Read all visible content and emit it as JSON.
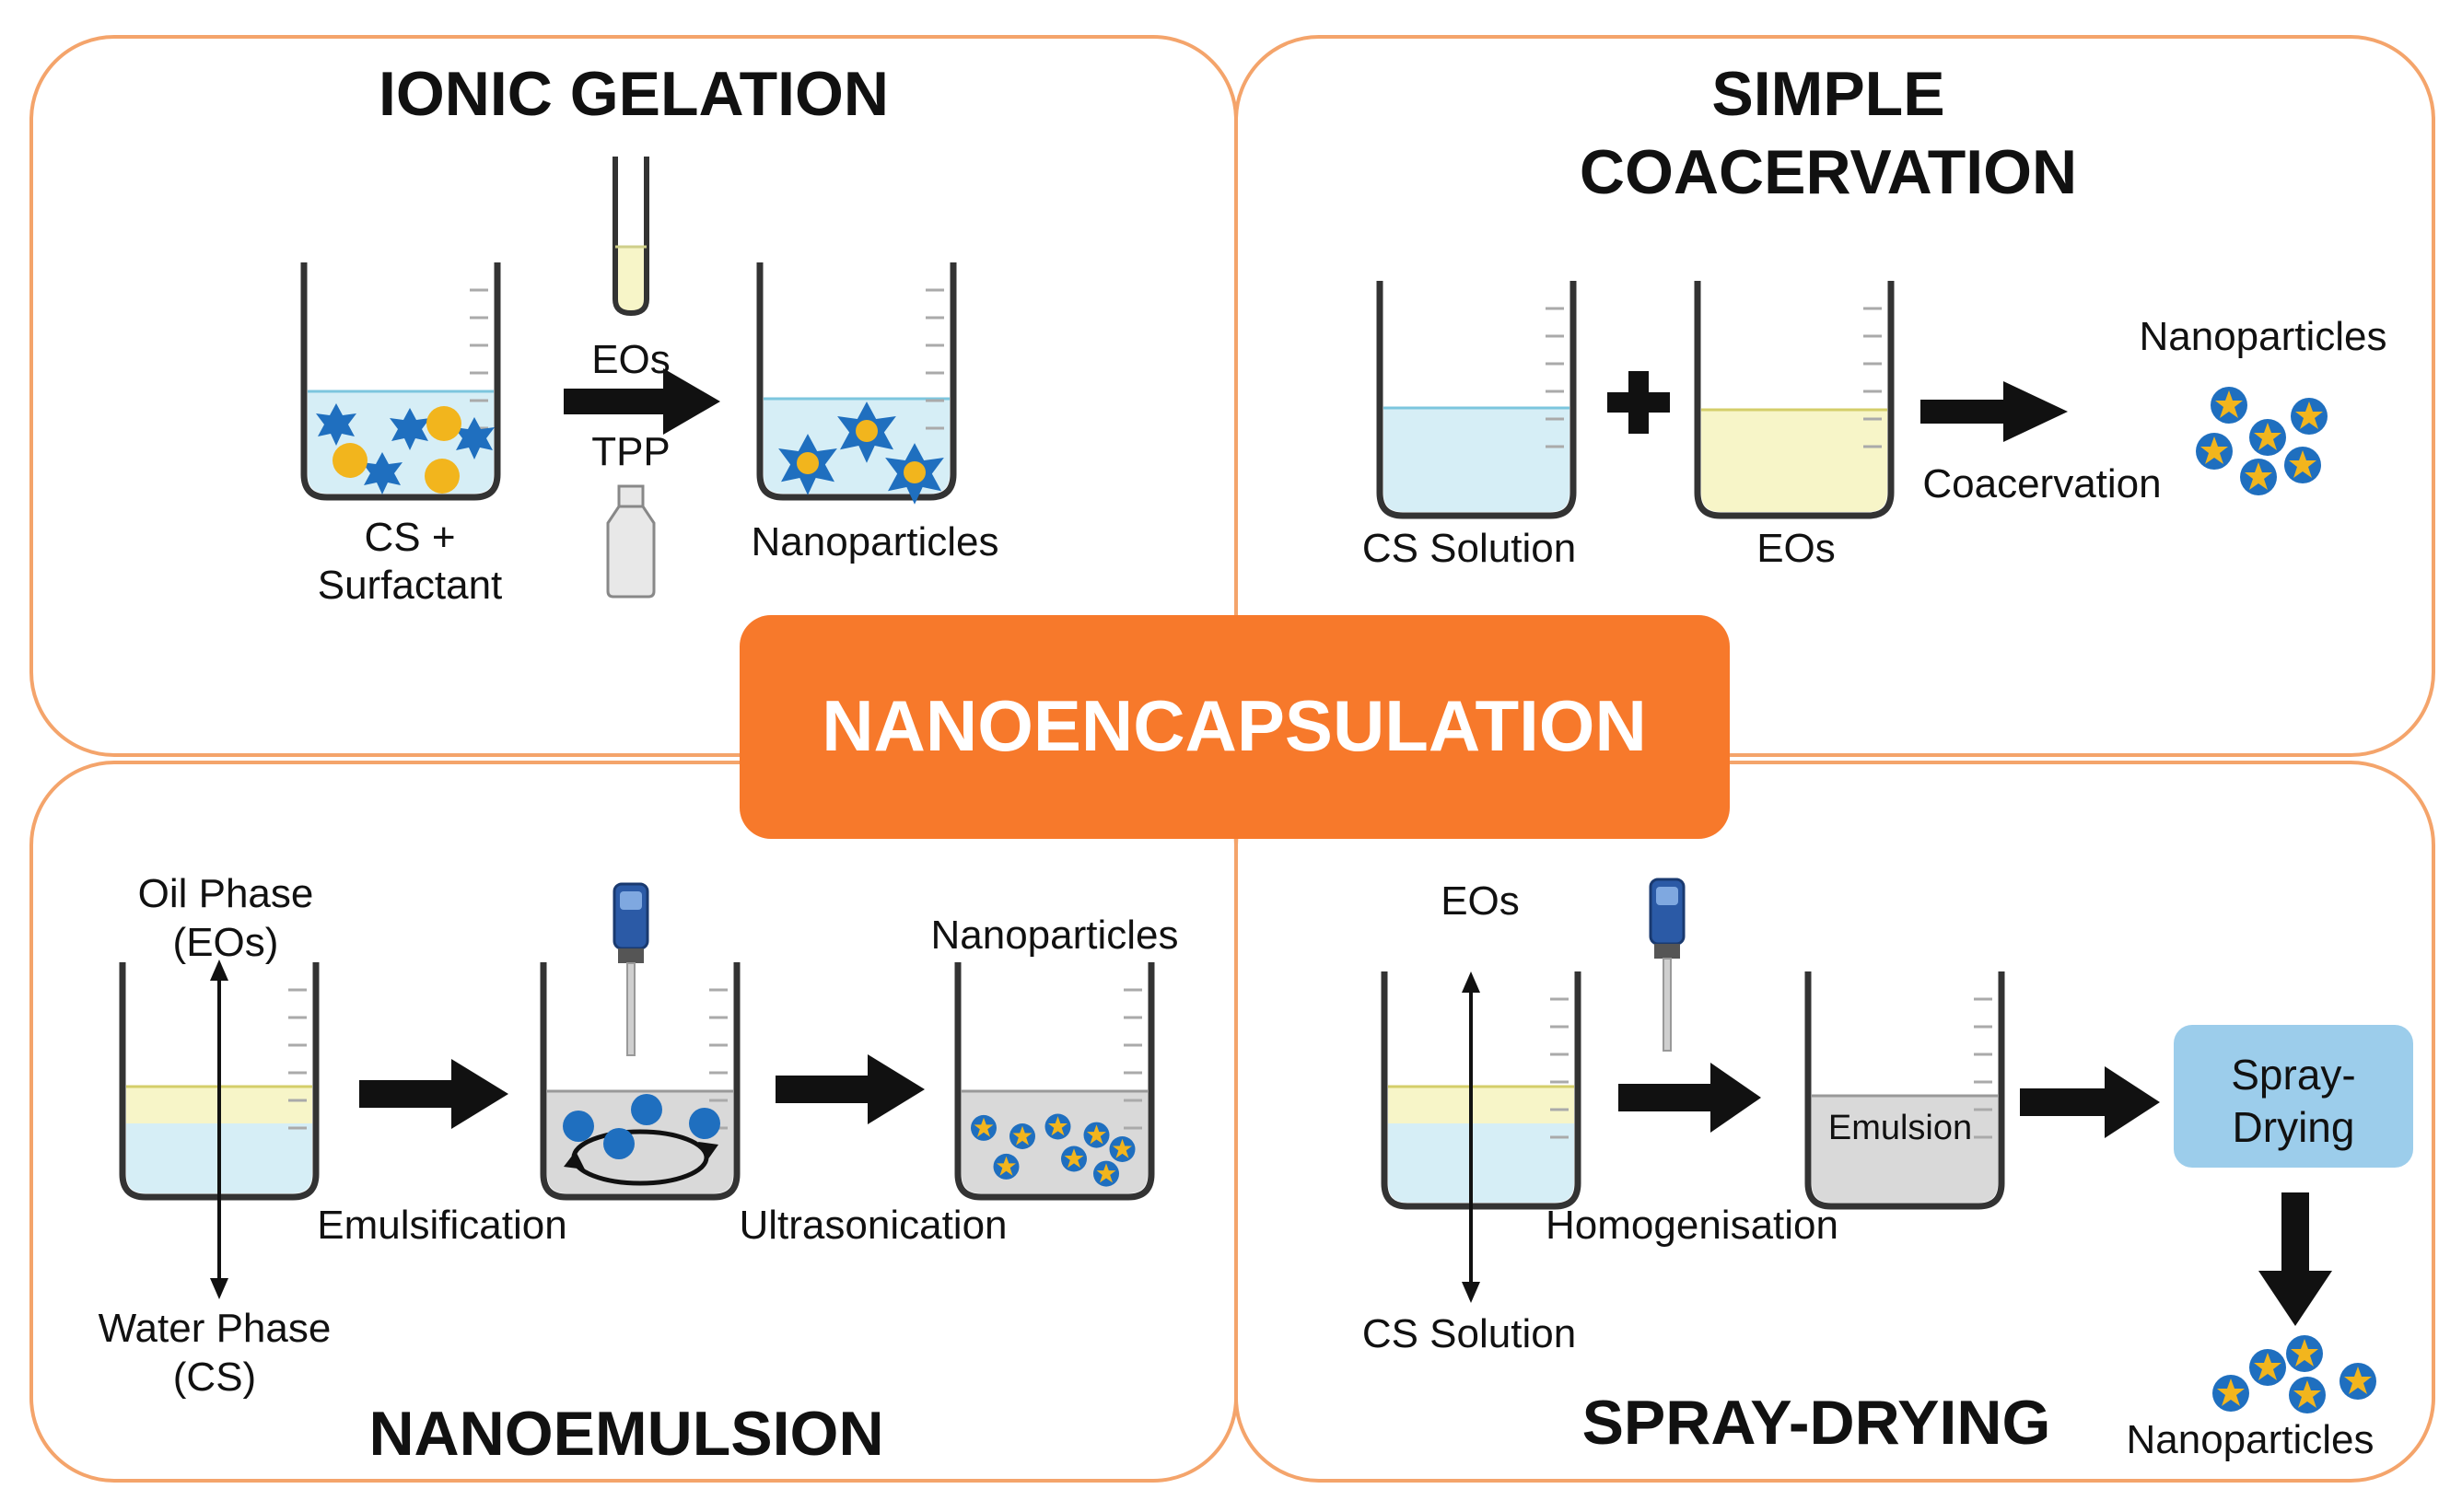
{
  "center": {
    "title": "NANOENCAPSULATION"
  },
  "ionic_gelation": {
    "title": "IONIC GELATION",
    "beaker_label_1": "CS +",
    "beaker_label_2": "Surfactant",
    "reagent_top": "EOs",
    "reagent_bottom": "TPP",
    "product": "Nanoparticles"
  },
  "simple_coacervation": {
    "title_1": "SIMPLE",
    "title_2": "COACERVATION",
    "beaker_1": "CS Solution",
    "beaker_2": "EOs",
    "process": "Coacervation",
    "product": "Nanoparticles"
  },
  "nanoemulsion": {
    "title": "NANOEMULSION",
    "oil_phase_1": "Oil Phase",
    "oil_phase_2": "(EOs)",
    "water_phase_1": "Water Phase",
    "water_phase_2": "(CS)",
    "step_1": "Emulsification",
    "step_2": "Ultrasonication",
    "product": "Nanoparticles"
  },
  "spray_drying": {
    "title": "SPRAY-DRYING",
    "top_label": "EOs",
    "bottom_label": "CS Solution",
    "step_1": "Homogenisation",
    "emulsion": "Emulsion",
    "box_1": "Spray-",
    "box_2": "Drying",
    "product": "Nanoparticles"
  },
  "colors": {
    "accent": "#F7792B",
    "border": "#F4A46B",
    "water": "#D6EEF6",
    "oil": "#F7F5C8",
    "emulsion": "#D9D9D9",
    "particle_blue": "#1F6FBF",
    "particle_gold": "#F2B51D",
    "spray_box": "#9CCDEB"
  }
}
